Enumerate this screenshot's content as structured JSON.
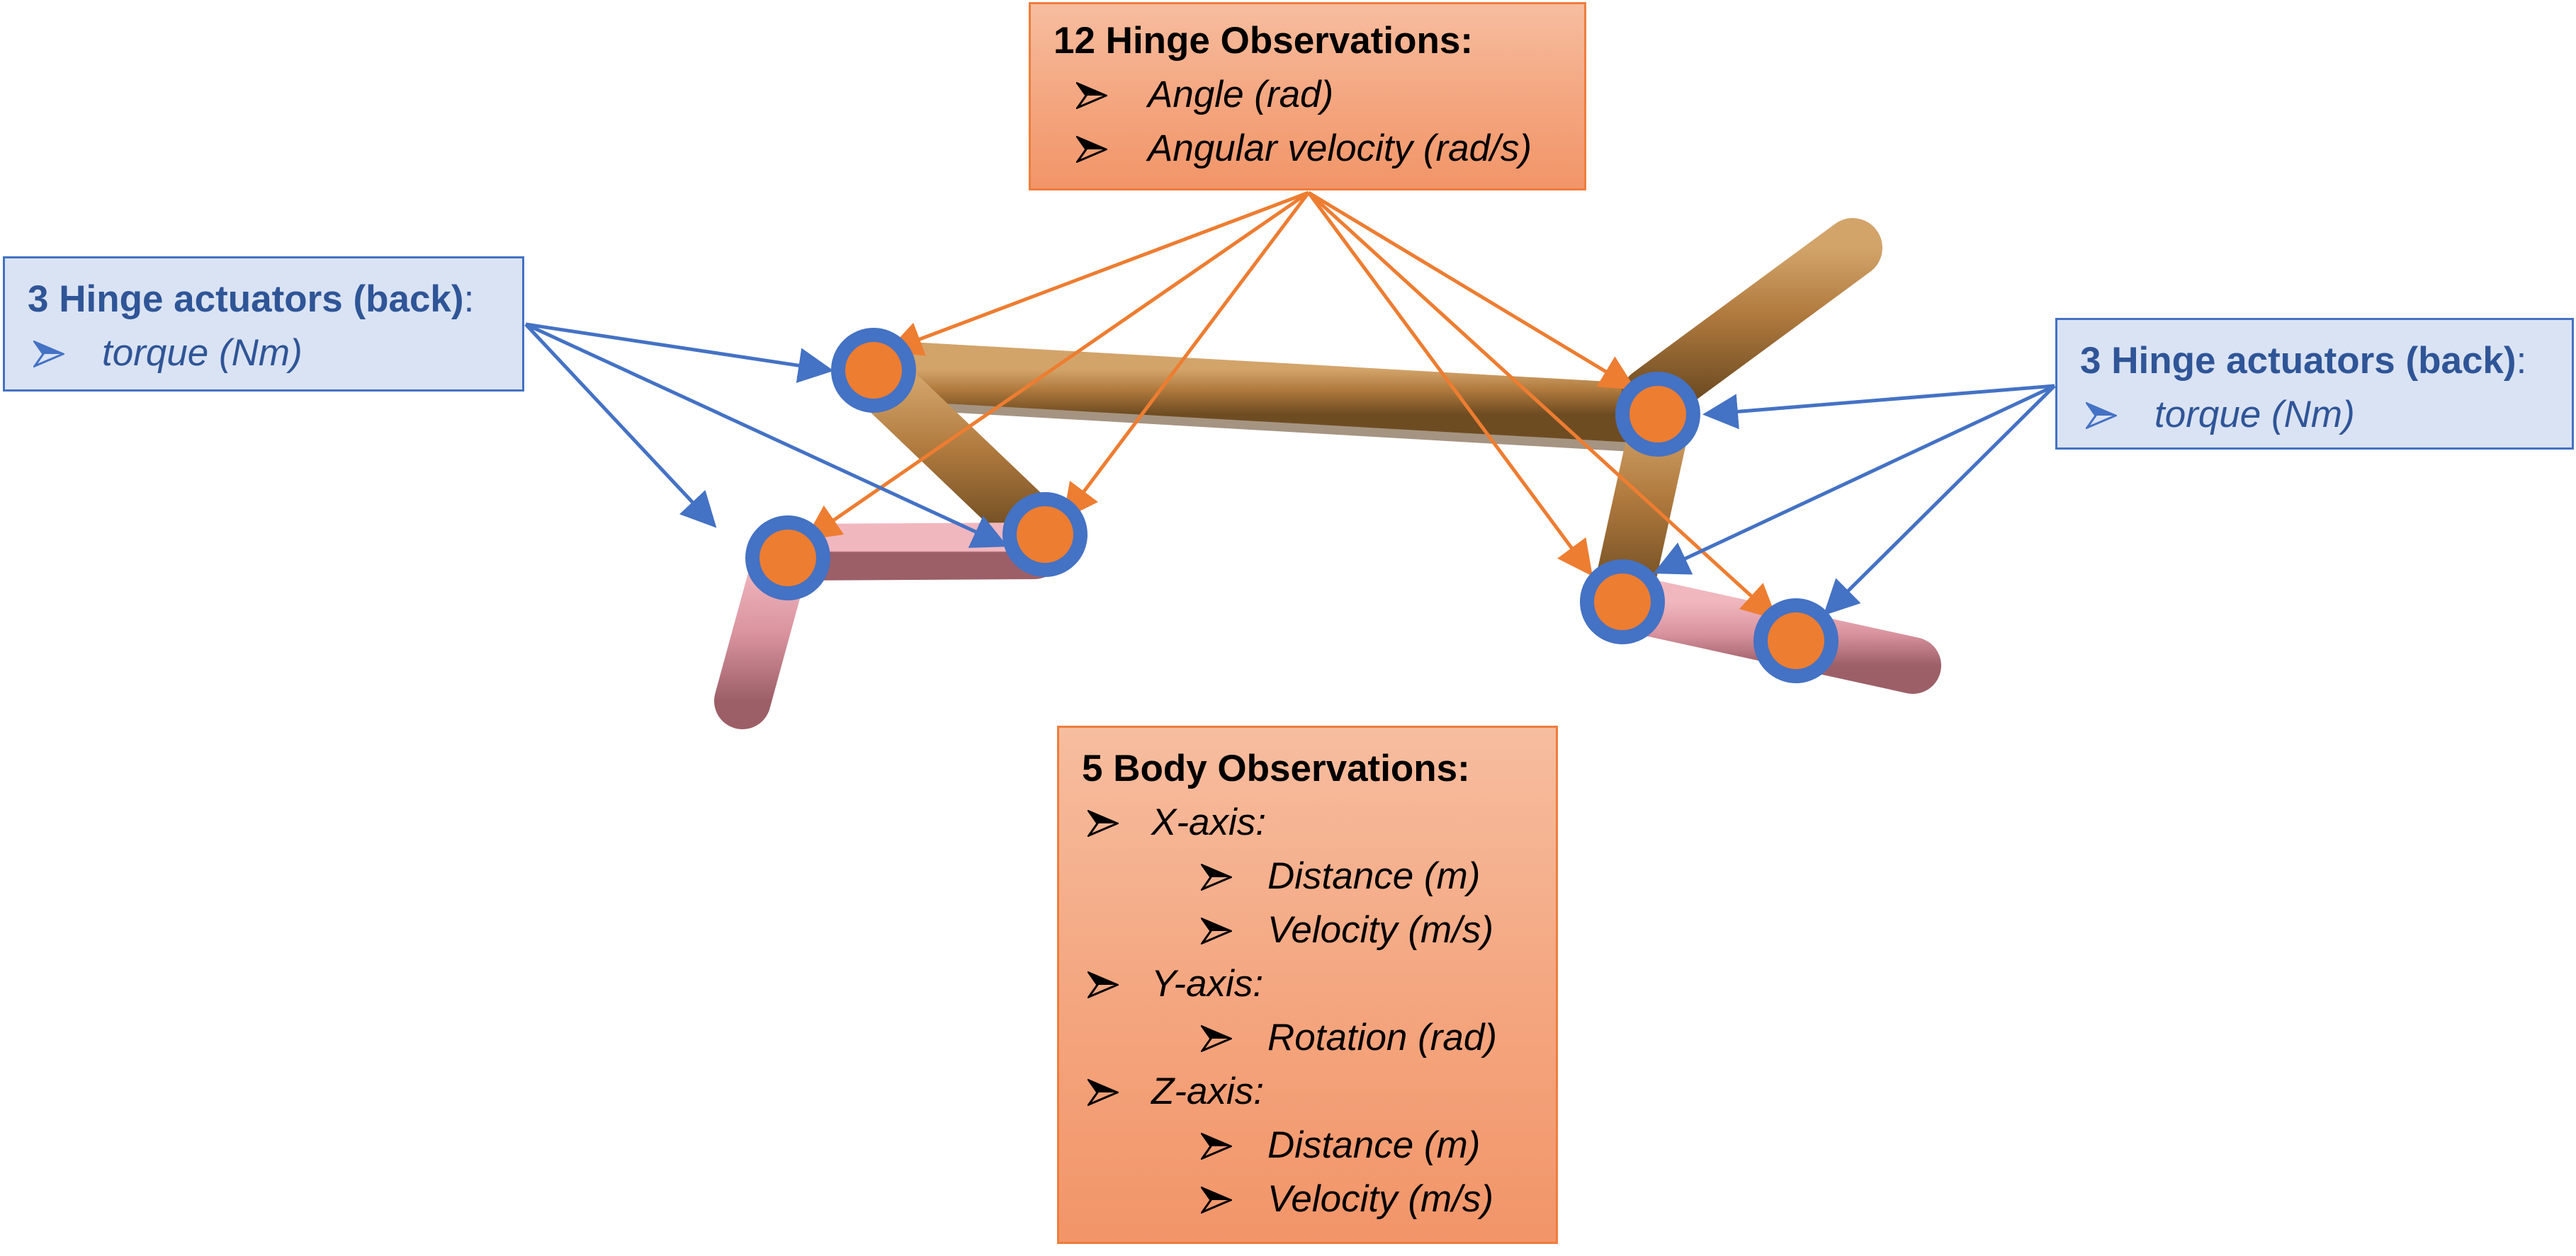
{
  "hinge_observations": {
    "title": "12 Hinge Observations:",
    "items": [
      "Angle (rad)",
      "Angular velocity (rad/s)"
    ]
  },
  "body_observations": {
    "title": "5 Body Observations:",
    "x_axis": {
      "label": "X-axis:",
      "items": [
        "Distance (m)",
        "Velocity (m/s)"
      ]
    },
    "y_axis": {
      "label": "Y-axis:",
      "items": [
        "Rotation (rad)"
      ]
    },
    "z_axis": {
      "label": "Z-axis:",
      "items": [
        "Distance (m)",
        "Velocity (m/s)"
      ]
    }
  },
  "actuators_left": {
    "title": "3 Hinge actuators (back)",
    "colon": ":",
    "items": [
      "torque (Nm)"
    ]
  },
  "actuators_right": {
    "title": "3 Hinge actuators (back)",
    "colon": ":",
    "items": [
      "torque (Nm)"
    ]
  },
  "colors": {
    "observation_fill": "#f4b183",
    "observation_border": "#ed7d31",
    "observation_arrow": "#ed7d31",
    "actuator_fill": "#dae3f3",
    "actuator_border": "#4472c4",
    "actuator_arrow": "#4472c4",
    "actuator_text": "#2f5597",
    "joint_ring": "#4472c4",
    "joint_core": "#ed7d31",
    "torso_limb": "#b07a3e",
    "foot_limb": "#d9939f"
  },
  "icons": [
    "arrow-bullet-icon"
  ]
}
